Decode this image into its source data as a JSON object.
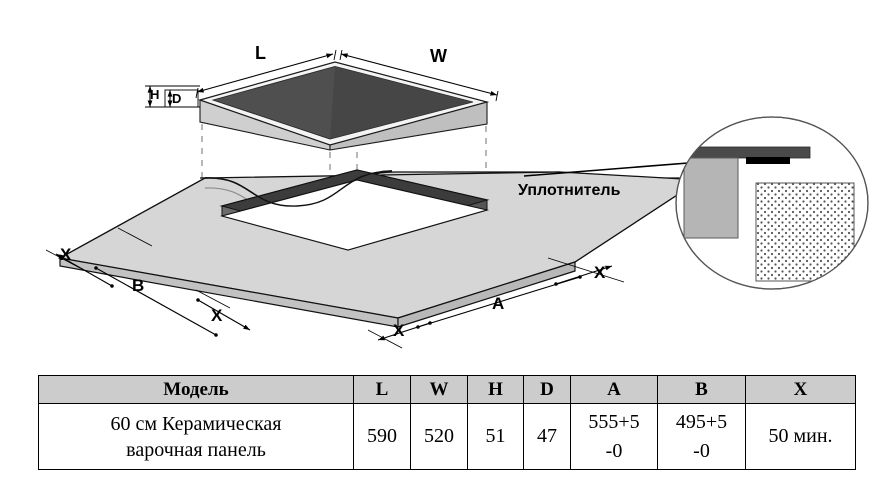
{
  "diagram": {
    "labels": {
      "length": "L",
      "width": "W",
      "height": "H",
      "depth": "D",
      "clearance_left": "X",
      "cutout_width": "B",
      "clearance_front": "X",
      "clearance_front2": "X",
      "cutout_length": "A",
      "clearance_right": "X"
    },
    "callout": {
      "seal_label": "Уплотнитель"
    },
    "colors": {
      "glass_surface": "#4f4f4f",
      "glass_surface_dark": "#3a3a3a",
      "frame_light": "#f2f2f2",
      "frame_mid": "#bdbdbd",
      "countertop": "#d2d2d2",
      "countertop_edge": "#b4b4b4",
      "cutout_dark": "#3c3c3c",
      "seal_black": "#000000",
      "outline": "#000000",
      "dashed": "#9a9a9a"
    }
  },
  "table": {
    "headers": [
      "Модель",
      "L",
      "W",
      "H",
      "D",
      "A",
      "B",
      "X"
    ],
    "row": {
      "model": "60 см Керамическая варочная панель",
      "model_line1": "60 см Керамическая",
      "model_line2": "варочная панель",
      "L": "590",
      "W": "520",
      "H": "51",
      "D": "47",
      "A_main": "555+5",
      "A_sub": "-0",
      "B_main": "495+5",
      "B_sub": "-0",
      "X": "50 мин."
    }
  }
}
